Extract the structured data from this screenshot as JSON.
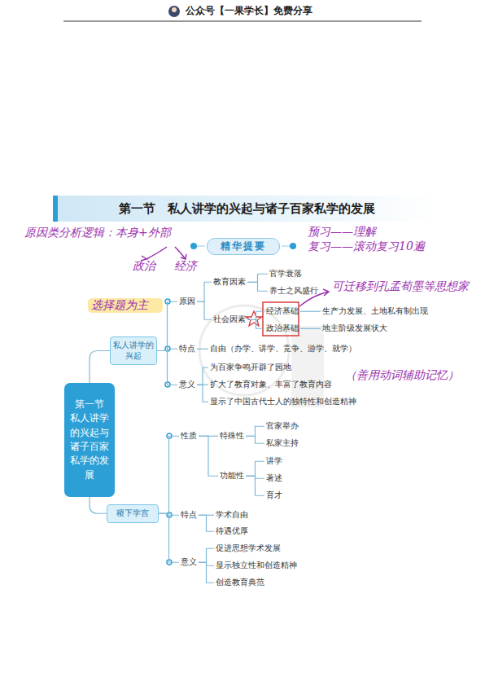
{
  "diagram": {
    "title": "第一节　私人讲学的兴起与诸子百家私学的发展",
    "nodes": [
      {
        "text": [
          "精华提要"
        ]
      },
      {
        "text": [
          "第一节 私人讲学的兴起与诸子百家私学的发展"
        ]
      },
      {
        "text": [
          "私人讲学的兴起"
        ]
      },
      {
        "text": [
          "原因"
        ]
      },
      {
        "text": [
          "教育因素"
        ]
      },
      {
        "text": [
          "官学衰落"
        ]
      },
      {
        "text": [
          "养士之风盛行"
        ]
      },
      {
        "text": [
          "社会因素"
        ]
      },
      {
        "text": [
          "经济基础"
        ]
      },
      {
        "text": [
          "生产力发展、土地私有制出现"
        ]
      },
      {
        "text": [
          "政治基础"
        ]
      },
      {
        "text": [
          "地主阶级发展状大"
        ]
      },
      {
        "text": [
          "特点"
        ]
      },
      {
        "text": [
          "自由（办学、讲学、竞争、游学、就学）"
        ]
      },
      {
        "text": [
          "意义"
        ]
      },
      {
        "text": [
          "为百家争鸣开辟了园地"
        ]
      },
      {
        "text": [
          "扩大了教育对象、丰富了教育内容"
        ]
      },
      {
        "text": [
          "显示了中国古代士人的独特性和创造精神"
        ]
      },
      {
        "text": [
          "稷下学宫"
        ]
      },
      {
        "text": [
          "性质"
        ]
      },
      {
        "text": [
          "特殊性"
        ]
      },
      {
        "text": [
          "官家举办"
        ]
      },
      {
        "text": [
          "私家主持"
        ]
      },
      {
        "text": [
          "功能性"
        ]
      },
      {
        "text": [
          "讲学"
        ]
      },
      {
        "text": [
          "著述"
        ]
      },
      {
        "text": [
          "育才"
        ]
      },
      {
        "text": [
          "特点"
        ]
      },
      {
        "text": [
          "学术自由"
        ]
      },
      {
        "text": [
          "待遇优厚"
        ]
      },
      {
        "text": [
          "意义"
        ]
      },
      {
        "text": [
          "促进思想学术发展"
        ]
      },
      {
        "text": [
          "显示独立性和创造精神"
        ]
      },
      {
        "text": [
          "创造教育典范"
        ]
      }
    ],
    "edges": [
      {
        "from": 1,
        "to": 2,
        "arrow": "none"
      },
      {
        "from": 1,
        "to": 18,
        "arrow": "none"
      },
      {
        "from": 2,
        "to": 3,
        "arrow": "none"
      },
      {
        "from": 2,
        "to": 12,
        "arrow": "none"
      },
      {
        "from": 2,
        "to": 14,
        "arrow": "none"
      },
      {
        "from": 3,
        "to": 4,
        "arrow": "none"
      },
      {
        "from": 3,
        "to": 7,
        "arrow": "none"
      },
      {
        "from": 4,
        "to": 5,
        "arrow": "none"
      },
      {
        "from": 4,
        "to": 6,
        "arrow": "none"
      },
      {
        "from": 7,
        "to": 8,
        "arrow": "none"
      },
      {
        "from": 7,
        "to": 10,
        "arrow": "none"
      },
      {
        "from": 8,
        "to": 9,
        "arrow": "none"
      },
      {
        "from": 10,
        "to": 11,
        "arrow": "none"
      },
      {
        "from": 12,
        "to": 13,
        "arrow": "none"
      },
      {
        "from": 14,
        "to": 15,
        "arrow": "none"
      },
      {
        "from": 14,
        "to": 16,
        "arrow": "none"
      },
      {
        "from": 14,
        "to": 17,
        "arrow": "none"
      },
      {
        "from": 18,
        "to": 19,
        "arrow": "none"
      },
      {
        "from": 18,
        "to": 27,
        "arrow": "none"
      },
      {
        "from": 18,
        "to": 30,
        "arrow": "none"
      },
      {
        "from": 19,
        "to": 20,
        "arrow": "none"
      },
      {
        "from": 19,
        "to": 23,
        "arrow": "none"
      },
      {
        "from": 20,
        "to": 21,
        "arrow": "none"
      },
      {
        "from": 20,
        "to": 22,
        "arrow": "none"
      },
      {
        "from": 23,
        "to": 24,
        "arrow": "none"
      },
      {
        "from": 23,
        "to": 25,
        "arrow": "none"
      },
      {
        "from": 23,
        "to": 26,
        "arrow": "none"
      },
      {
        "from": 27,
        "to": 28,
        "arrow": "none"
      },
      {
        "from": 27,
        "to": 29,
        "arrow": "none"
      },
      {
        "from": 30,
        "to": 31,
        "arrow": "none"
      },
      {
        "from": 30,
        "to": 32,
        "arrow": "none"
      },
      {
        "from": 30,
        "to": 33,
        "arrow": "none"
      }
    ],
    "labels": [
      "公众号【一果学长】免费分享",
      "原因类分析逻辑：本身+外部",
      "政治",
      "经济",
      "预习——理解",
      "复习——滚动复习10遍",
      "选择题为主",
      "可迁移到孔孟荀墨等思想家",
      "（善用动词辅助记忆）"
    ]
  }
}
